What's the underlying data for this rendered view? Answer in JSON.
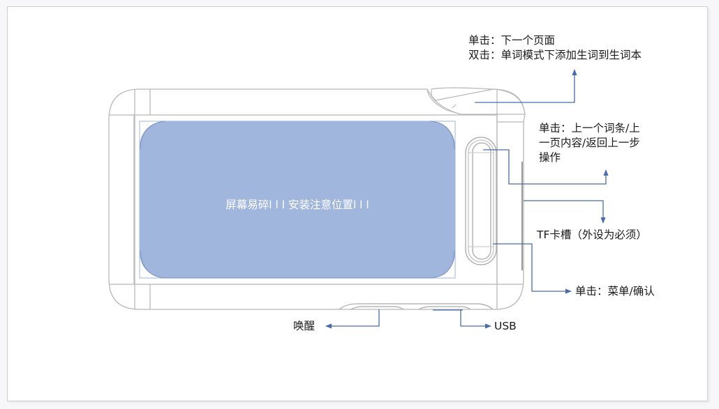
{
  "diagram": {
    "type": "device-annotation",
    "colors": {
      "screen_fill": "#a0b6dd",
      "screen_outline": "#7d92bb",
      "callout_line": "#4a6aab",
      "device_outline": "#b5b5b5",
      "text": "#1a1a1a"
    },
    "screen": {
      "label": "屏幕易碎l l l 安装注意位置l l l"
    },
    "callouts": {
      "top_button": {
        "line1": "单击：下一个页面",
        "line2": "双击：单词模式下添加生词到生词本"
      },
      "side_button_up": {
        "line1": "单击：上一个词条/上",
        "line2": "一页内容/返回上一步",
        "line3": "操作"
      },
      "tf_slot": {
        "label": "TF卡槽（外设为必须）"
      },
      "side_button_down": {
        "label": "单击：菜单/确认"
      },
      "wake_button": {
        "label": "唤醒"
      },
      "usb_port": {
        "label": "USB"
      }
    }
  }
}
